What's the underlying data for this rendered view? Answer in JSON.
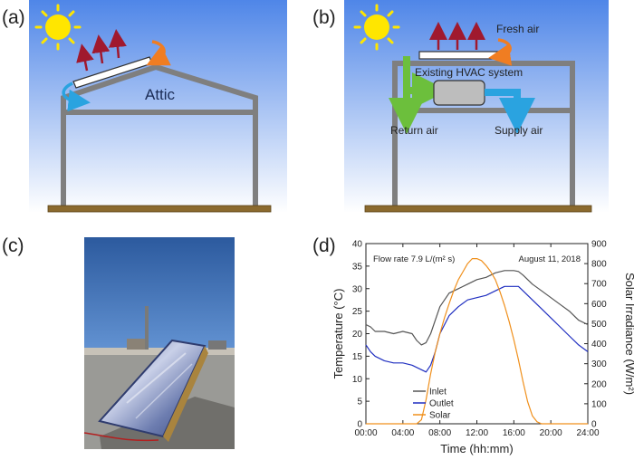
{
  "panels": {
    "a": {
      "label": "(a)",
      "attic_label": "Attic"
    },
    "b": {
      "label": "(b)",
      "fresh_air": "Fresh air",
      "hvac": "Existing HVAC system",
      "return_air": "Return air",
      "supply_air": "Supply air"
    },
    "c": {
      "label": "(c)"
    },
    "d": {
      "label": "(d)"
    }
  },
  "colors": {
    "sky_top": "#4f86e8",
    "sky_bottom": "#ffffff",
    "frame": "#7f7f7f",
    "ground": "#8b6a2e",
    "sun": "#ffe600",
    "heat_arrow": "#a0192e",
    "fresh_arrow": "#f07d22",
    "cold_arrow": "#2aa3e0",
    "return_arrow": "#6cbf3c",
    "inlet": "#555555",
    "outlet": "#1f2ec0",
    "solar": "#f0901c"
  },
  "chart_data": {
    "type": "line",
    "annotation_left": "Flow rate 7.9 L/(m² s)",
    "annotation_right": "August 11, 2018",
    "xlabel": "Time (hh:mm)",
    "ylabel": "Temperature (°C)",
    "y2label": "Solar Irradiance (W/m²)",
    "xlim": [
      0,
      24
    ],
    "ylim": [
      0,
      40
    ],
    "y2lim": [
      0,
      900
    ],
    "xticks": [
      0,
      4,
      8,
      12,
      16,
      20,
      24
    ],
    "xtick_labels": [
      "00:00",
      "04:00",
      "08:00",
      "12:00",
      "16:00",
      "20:00",
      "24:00"
    ],
    "yticks": [
      0,
      5,
      10,
      15,
      20,
      25,
      30,
      35,
      40
    ],
    "y2ticks": [
      0,
      100,
      200,
      300,
      400,
      500,
      600,
      700,
      800,
      900
    ],
    "legend_position": "lower-left",
    "series": [
      {
        "name": "Inlet",
        "axis": "left",
        "color": "#555555",
        "x": [
          0,
          0.5,
          1,
          2,
          3,
          4,
          5,
          5.5,
          6,
          6.5,
          7,
          7.5,
          8,
          9,
          10,
          11,
          12,
          13,
          14,
          15,
          16,
          16.5,
          17,
          18,
          19,
          20,
          21,
          22,
          23,
          24
        ],
        "y": [
          22,
          21.5,
          20.5,
          20.5,
          20,
          20.5,
          20,
          18.5,
          17.5,
          18,
          20,
          23,
          26,
          29,
          30,
          31,
          32,
          32.5,
          33.5,
          34,
          34,
          33.8,
          33,
          31,
          29.5,
          28,
          26.5,
          25,
          23,
          22
        ]
      },
      {
        "name": "Outlet",
        "axis": "left",
        "color": "#1f2ec0",
        "x": [
          0,
          0.5,
          1,
          2,
          3,
          4,
          5,
          6,
          6.5,
          7,
          7.5,
          8,
          9,
          10,
          11,
          12,
          13,
          14,
          15,
          16,
          16.5,
          17,
          18,
          19,
          20,
          21,
          22,
          23,
          24
        ],
        "y": [
          17.5,
          16,
          15,
          14,
          13.5,
          13.5,
          13,
          12,
          11.5,
          13,
          16,
          20,
          24,
          26,
          27.5,
          28,
          28.5,
          29.5,
          30.5,
          30.5,
          30.5,
          29.5,
          27.5,
          25.5,
          23.5,
          21.5,
          19.5,
          17.5,
          16
        ]
      },
      {
        "name": "Solar",
        "axis": "right",
        "color": "#f0901c",
        "x": [
          0,
          5.5,
          6,
          6.5,
          7,
          7.5,
          8,
          8.5,
          9,
          9.5,
          10,
          10.5,
          11,
          11.5,
          12,
          12.5,
          13,
          13.5,
          14,
          14.5,
          15,
          15.5,
          16,
          16.5,
          17,
          17.5,
          18,
          18.5,
          19,
          24
        ],
        "y": [
          0,
          0,
          20,
          120,
          250,
          360,
          450,
          530,
          600,
          665,
          720,
          760,
          800,
          825,
          825,
          815,
          790,
          760,
          720,
          660,
          590,
          510,
          420,
          320,
          210,
          110,
          40,
          10,
          0,
          0
        ]
      }
    ]
  }
}
